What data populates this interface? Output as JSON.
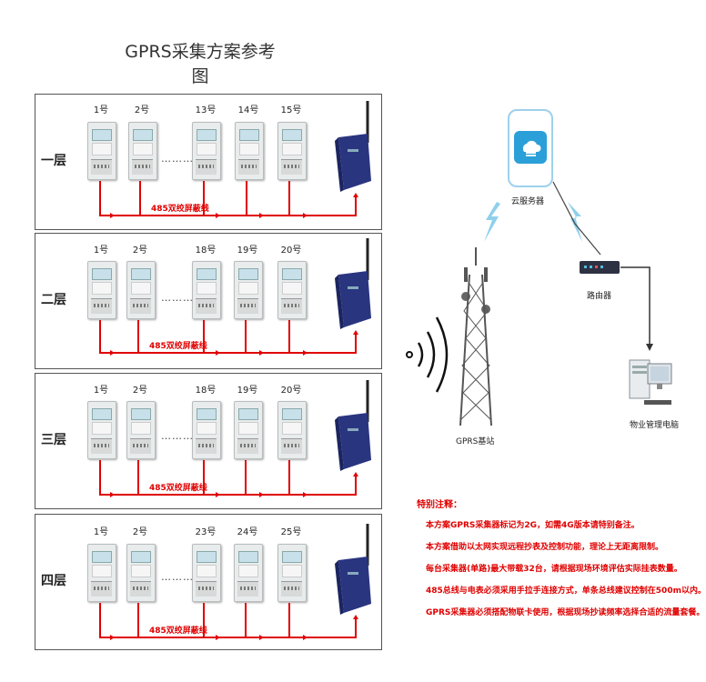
{
  "title": "GPRS采集方案参考图",
  "bus_label": "485双绞屏蔽线",
  "dots": "…………",
  "floors": [
    {
      "label": "一层",
      "meters": [
        "1号",
        "2号",
        "13号",
        "14号",
        "15号"
      ]
    },
    {
      "label": "二层",
      "meters": [
        "1号",
        "2号",
        "18号",
        "19号",
        "20号"
      ]
    },
    {
      "label": "三层",
      "meters": [
        "1号",
        "2号",
        "18号",
        "19号",
        "20号"
      ]
    },
    {
      "label": "四层",
      "meters": [
        "1号",
        "2号",
        "23号",
        "24号",
        "25号"
      ]
    }
  ],
  "network": {
    "cloud_label": "云服务器",
    "base_station_label": "GPRS基站",
    "router_label": "路由器",
    "pc_label": "物业管理电脑"
  },
  "notes": {
    "heading": "特别注释：",
    "lines": [
      "本方案GPRS采集器标记为2G，如需4G版本请特别备注。",
      "本方案借助以太网实现远程抄表及控制功能，理论上无距离限制。",
      "每台采集器(单路)最大带载32台，请根据现场环境评估实际挂表数量。",
      "485总线与电表必须采用手拉手连接方式，单条总线建议控制在500m以内。",
      "GPRS采集器必须搭配物联卡使用，根据现场抄读频率选择合适的流量套餐。"
    ]
  },
  "colors": {
    "wire": "#e00000",
    "cloud": "#2b9fd8",
    "collector": "#2a3580"
  }
}
